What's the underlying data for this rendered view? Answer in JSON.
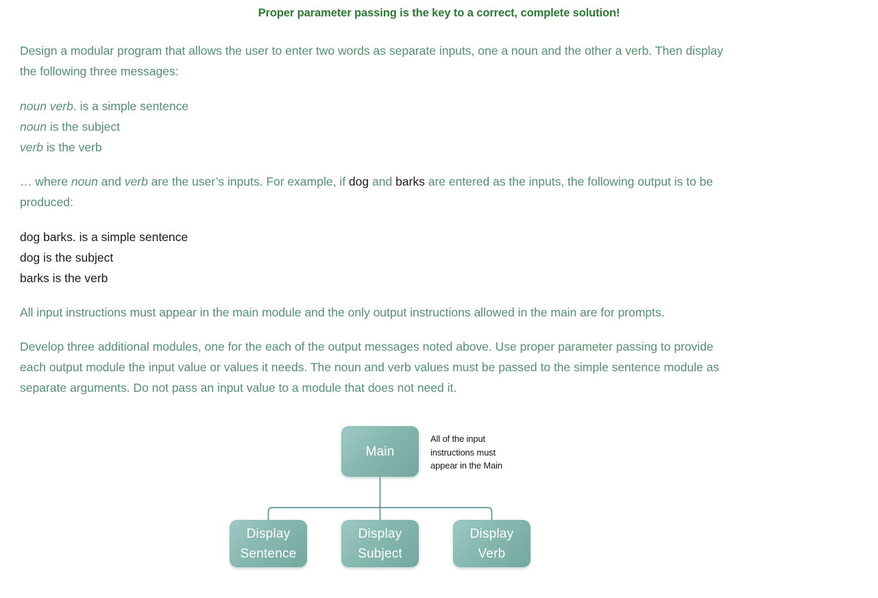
{
  "title": "Proper parameter passing is the key to a correct, complete solution!",
  "paragraphs": {
    "intro": {
      "text": "Design a modular program that allows the user to enter two words as separate inputs, one a noun and the other a verb. Then display the following three messages:"
    },
    "where": {
      "lead": "… where ",
      "noun": "noun",
      "mid1": " and ",
      "verb": "verb",
      "mid2": " are the user’s inputs. For example, if ",
      "dog": "dog",
      "mid3": " and ",
      "barks": "barks",
      "tail": " are entered as the inputs, the following output is to be produced:"
    },
    "main_module_rule": "All input instructions must appear in the main module and the only output instructions allowed in the main are for prompts.",
    "develop_modules": "Develop three additional modules, one for the each of the output messages noted above. Use proper parameter passing to provide each output module the input value or values it needs. The noun and verb values must be passed to the simple sentence module as separate arguments. Do not pass an input value to a module that does not need it."
  },
  "template_messages": {
    "line1_em": "noun verb",
    "line1_rest": ". is a simple sentence",
    "line2_em": "noun",
    "line2_rest": " is the subject",
    "line3_em": "verb",
    "line3_rest": " is the verb"
  },
  "example_output": {
    "line1": "dog barks. is a simple sentence",
    "line2": "dog is the subject",
    "line3": "barks is the verb"
  },
  "diagram": {
    "nodes": {
      "main": "Main",
      "sentence": "Display\nSentence",
      "sentence_line1": "Display",
      "sentence_line2": "Sentence",
      "subject_line1": "Display",
      "subject_line2": "Subject",
      "verb_line1": "Display",
      "verb_line2": "Verb"
    },
    "annotation": "All of the input instructions must appear in the Main",
    "annotation_lines": [
      "All of the input",
      "instructions must",
      "appear in the Main"
    ],
    "colors": {
      "node_fill_light": "#9ec9c4",
      "node_fill_dark": "#74a79f",
      "connector": "#5f9a95",
      "node_text": "#ffffff"
    }
  },
  "colors": {
    "heading_green": "#2a7a2f",
    "body_green": "#52916f",
    "emphasis_green": "#5b8f78",
    "black_text": "#1b1b1b",
    "background": "#ffffff"
  }
}
